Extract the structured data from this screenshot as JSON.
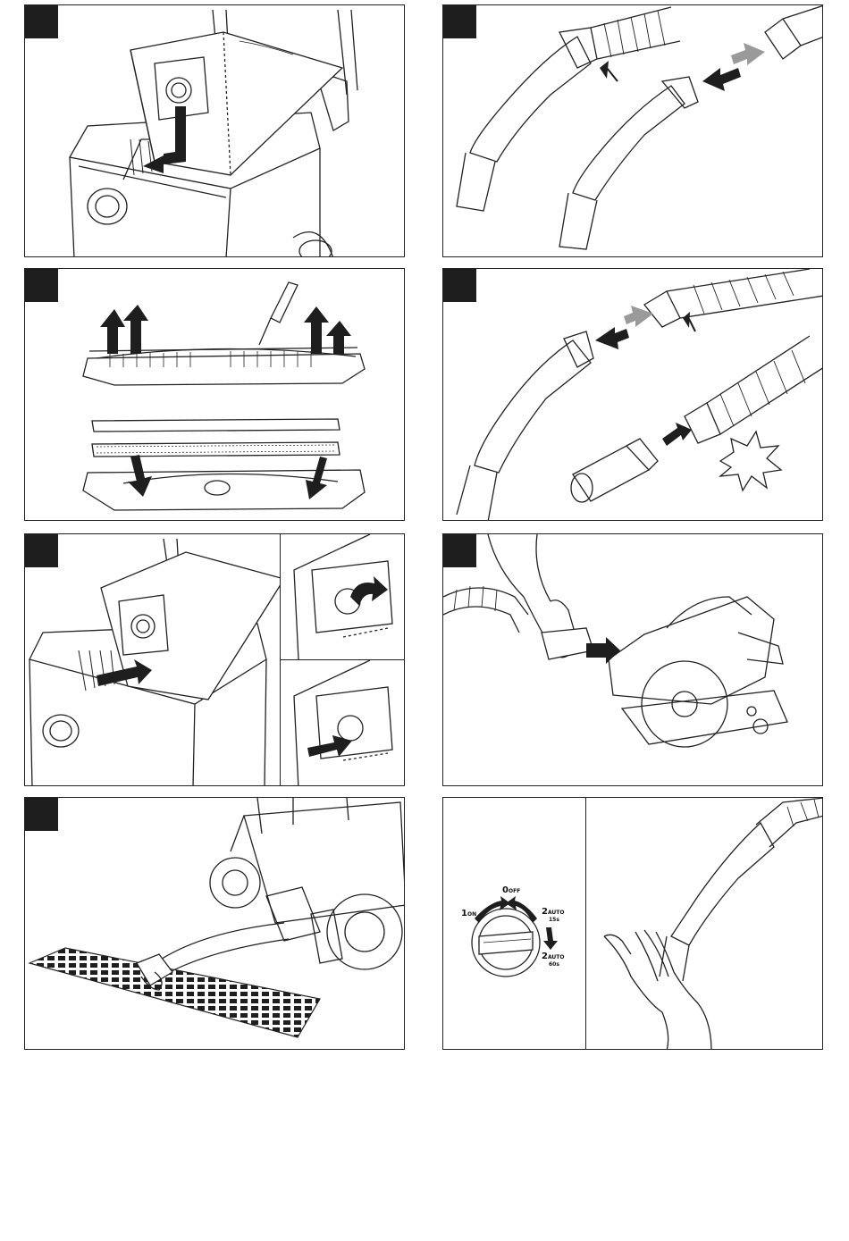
{
  "page": {
    "background": "#ffffff",
    "line_color": "#222222",
    "badge_color": "#1e1e1e",
    "arrow_grey": "#9a9a9a"
  },
  "panels": [
    {
      "id": "p1",
      "content": "filter-bag-removal-illustration"
    },
    {
      "id": "p2",
      "content": "hose-handle-detach-illustration"
    },
    {
      "id": "p3",
      "content": "floor-nozzle-strip-replacement-illustration"
    },
    {
      "id": "p4",
      "content": "hose-adapter-connection-illustration"
    },
    {
      "id": "p5",
      "content": "filter-bag-insertion-illustration"
    },
    {
      "id": "p6",
      "content": "power-tool-connection-illustration"
    },
    {
      "id": "p7",
      "content": "vacuum-on-floor-grate-illustration"
    },
    {
      "id": "p8",
      "content": "mode-dial-and-suction-check-illustration"
    }
  ],
  "dial": {
    "on": {
      "num": "1",
      "sub": "ON"
    },
    "off": {
      "num": "0",
      "sub": "OFF"
    },
    "auto15": {
      "num": "2",
      "sub": "AUTO",
      "time": "15s"
    },
    "auto60": {
      "num": "2",
      "sub": "AUTO",
      "time": "60s"
    }
  }
}
